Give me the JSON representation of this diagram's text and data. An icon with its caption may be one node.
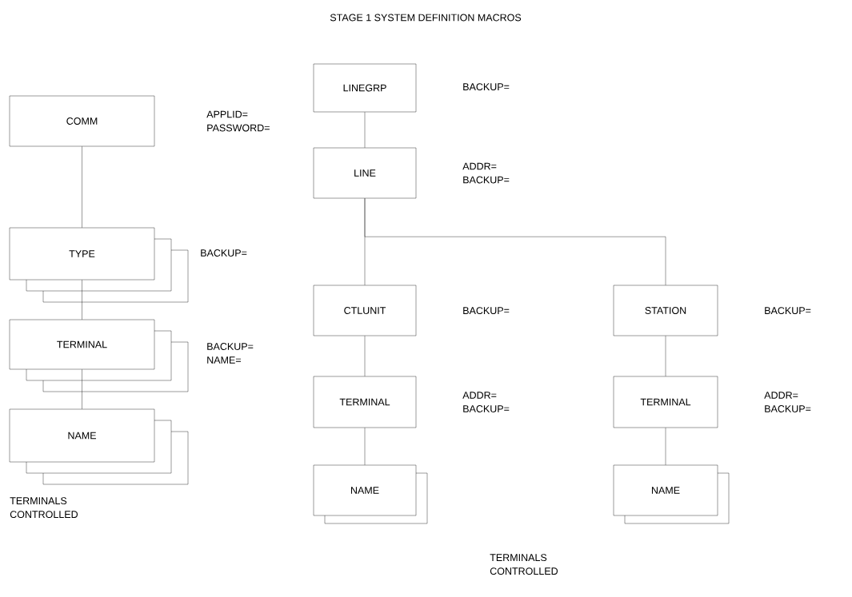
{
  "diagram": {
    "title": "STAGE 1 SYSTEM DEFINITION MACROS",
    "nodes": [
      {
        "text": [
          "COMM"
        ],
        "beside": [
          "APPLID=",
          "PASSWORD="
        ]
      },
      {
        "text": [
          "TYPE"
        ],
        "beside": [
          "BACKUP="
        ]
      },
      {
        "text": [
          "TERMINAL"
        ],
        "beside": [
          "BACKUP=",
          "NAME="
        ]
      },
      {
        "text": [
          "NAME"
        ]
      },
      {
        "text": [
          "LINEGRP"
        ]
      },
      {
        "text": [
          "LINE"
        ],
        "beside": [
          "ADDR=",
          "BACKUP="
        ]
      },
      {
        "text": [
          "CTLUNIT"
        ]
      },
      {
        "text": [
          "STATION"
        ]
      },
      {
        "text": [
          "TERMINAL"
        ],
        "beside": [
          "ADDR=",
          "BACKUP="
        ]
      },
      {
        "text": [
          "TERMINAL"
        ],
        "beside": [
          "ADDR=",
          "BACKUP="
        ]
      },
      {
        "text": [
          "NAME"
        ]
      },
      {
        "text": [
          "NAME"
        ]
      }
    ],
    "edges": [
      {
        "from": 0,
        "to": 1,
        "arrow": "none"
      },
      {
        "from": 1,
        "to": 2,
        "arrow": "none"
      },
      {
        "from": 2,
        "to": 3,
        "arrow": "none"
      },
      {
        "from": 4,
        "to": 5,
        "arrow": "none"
      },
      {
        "from": 5,
        "to": 6,
        "arrow": "none"
      },
      {
        "from": 5,
        "to": 7,
        "arrow": "none"
      },
      {
        "from": 6,
        "to": 8,
        "arrow": "none"
      },
      {
        "from": 7,
        "to": 9,
        "arrow": "none"
      },
      {
        "from": 8,
        "to": 10,
        "arrow": "none"
      },
      {
        "from": 9,
        "to": 11,
        "arrow": "none"
      }
    ],
    "labels": [
      "BACKUP=",
      "BACKUP=",
      "BACKUP=",
      "TERMINALS CONTROLLED",
      "TERMINALS CONTROLLED"
    ]
  }
}
